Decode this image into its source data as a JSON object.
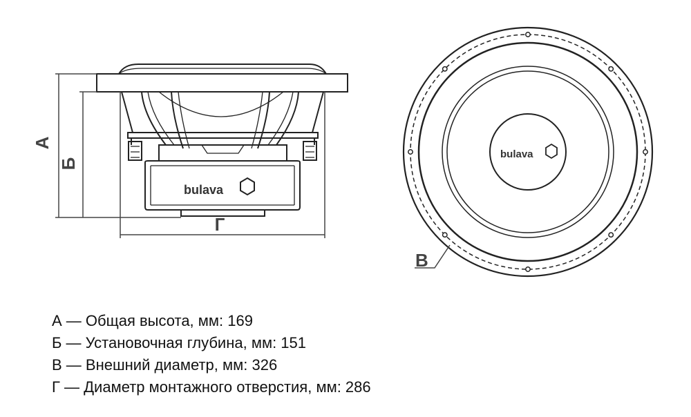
{
  "diagram": {
    "labels": {
      "a": "А",
      "b": "Б",
      "v": "В",
      "g": "Г"
    },
    "logo": "bulava"
  },
  "legend": [
    {
      "letter": "А",
      "text": "Общая высота, мм: 169"
    },
    {
      "letter": "Б",
      "text": "Установочная глубина, мм: 151"
    },
    {
      "letter": "В",
      "text": "Внешний диаметр, мм: 326"
    },
    {
      "letter": "Г",
      "text": "Диаметр монтажного отверстия, мм: 286"
    }
  ]
}
